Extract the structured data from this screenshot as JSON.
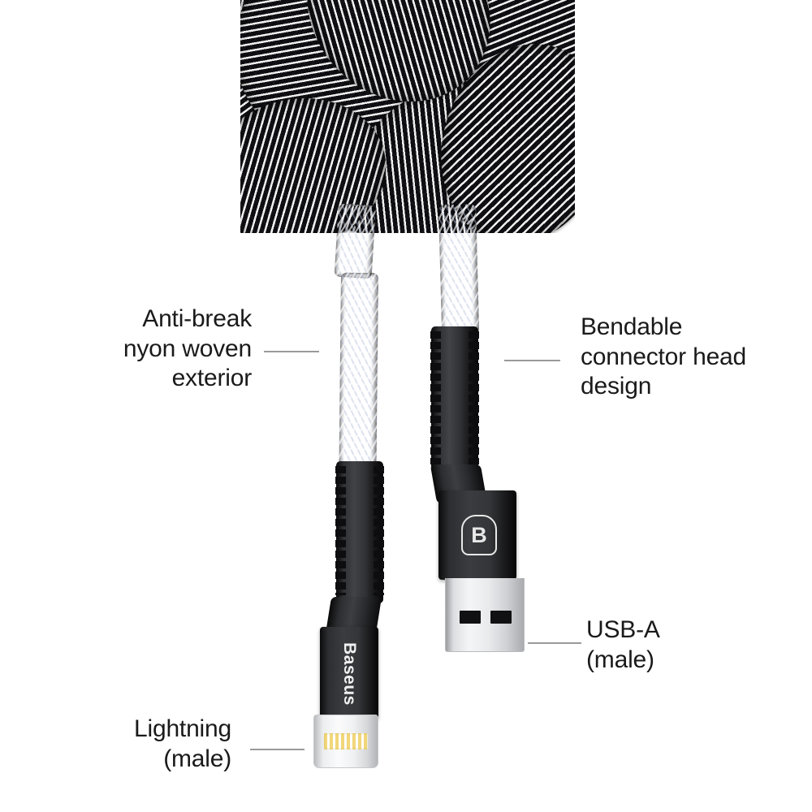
{
  "image": {
    "subject": "Baseus braided USB-A to Lightning charging cable",
    "background_color": "#ffffff",
    "label_color": "#1a1a1a",
    "leader_line_color": "#9a9a9a",
    "braid_colors": {
      "dark": "#12142c",
      "light": "#f2f4f8",
      "blue": "#3d4a86",
      "knot_dark": "#0e0e12",
      "knot_light": "#ffffff"
    },
    "connector_colors": {
      "housing_black": "#2d2e31",
      "usb_metal": "#f4f5f6",
      "lightning_metal": "#fbfbfc",
      "lightning_pins_gold": "#f2d77a",
      "logo_white": "#e8e8e8"
    }
  },
  "callouts": [
    {
      "id": "anti-break",
      "text": "Anti-break\nnyon woven\nexterior",
      "align": "right",
      "points_to": "braided-cable-strand"
    },
    {
      "id": "bendable",
      "text": "Bendable\nconnector head\ndesign",
      "align": "left",
      "points_to": "usb-strain-relief"
    },
    {
      "id": "usb-a",
      "text": "USB-A\n(male)",
      "align": "left",
      "points_to": "usb-a-connector"
    },
    {
      "id": "lightning",
      "text": "Lightning\n(male)",
      "align": "right",
      "points_to": "lightning-connector"
    }
  ],
  "branding": {
    "shield_letter": "B",
    "wordmark": "Baseus"
  }
}
